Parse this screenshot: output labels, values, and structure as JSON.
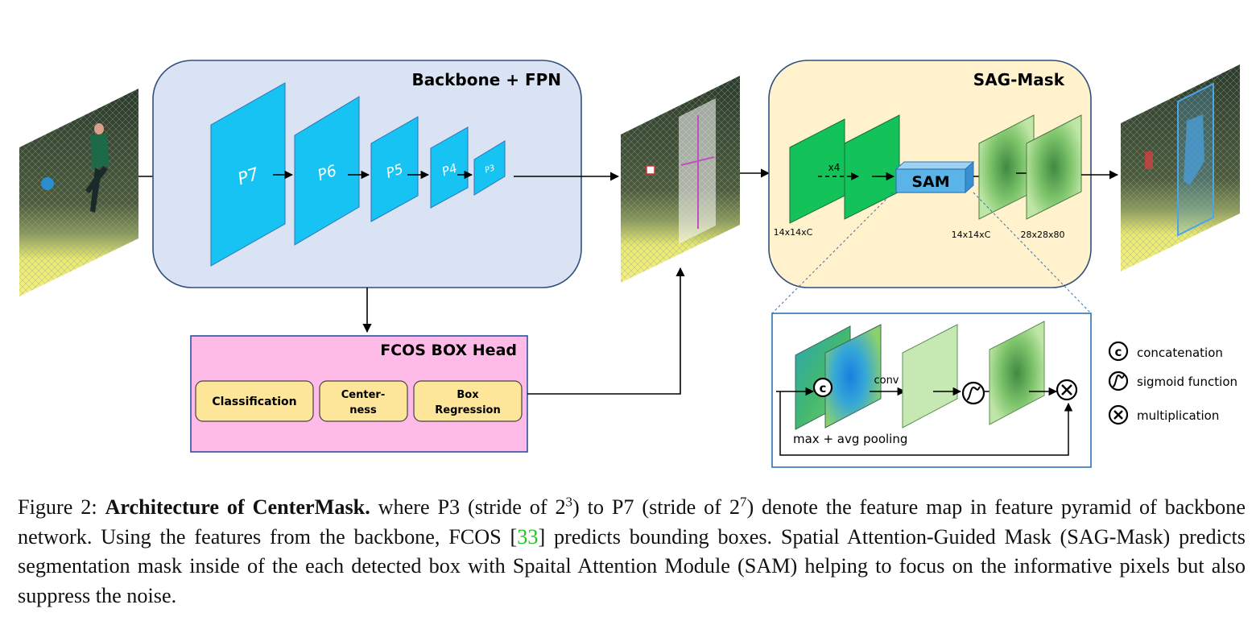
{
  "backbone": {
    "title": "Backbone + FPN",
    "levels": [
      "P7",
      "P6",
      "P5",
      "P4",
      "P3"
    ]
  },
  "fcos_head": {
    "title": "FCOS BOX Head",
    "branches": {
      "classification": "Classification",
      "centerness_line1": "Center-",
      "centerness_line2": "ness",
      "box_line1": "Box",
      "box_line2": "Regression"
    }
  },
  "sag_mask": {
    "title": "SAG-Mask",
    "repeat_label": "x4",
    "sam_label": "SAM",
    "dims": [
      "14x14xC",
      "14x14xC",
      "28x28x80"
    ]
  },
  "sam_detail": {
    "concat_symbol": "c",
    "conv_label": "conv",
    "pooling_label": "max + avg pooling"
  },
  "legend": {
    "concatenation": "concatenation",
    "sigmoid": "sigmoid function",
    "multiplication": "multiplication"
  },
  "caption": {
    "fig": "Figure 2:",
    "title": "Architecture of CenterMask.",
    "t1": " where P3 (stride of 2",
    "sup1": "3",
    "t2": ") to P7 (stride of 2",
    "sup2": "7",
    "t3": ") denote the feature map in feature pyramid of backbone network. Using the features from the backbone, FCOS [",
    "ref": "33",
    "t4": "] predicts bounding boxes. Spatial Attention-Guided Mask (SAG-Mask) predicts segmentation mask inside of the each detected box with Spaital Attention Module (SAM) helping to focus on the informative pixels but also suppress the noise."
  },
  "colors": {
    "backbone_bg": "#dae3f3",
    "fpn_blue": "#17c3f2",
    "head_bg": "#ffbbe8",
    "branch_bg": "#fde59a",
    "sag_bg": "#fff2cc",
    "conv_green": "#13c35a",
    "sam_blue": "#5ab4e8",
    "frame_blue": "#2e75b6",
    "citation_green": "#22c422"
  }
}
